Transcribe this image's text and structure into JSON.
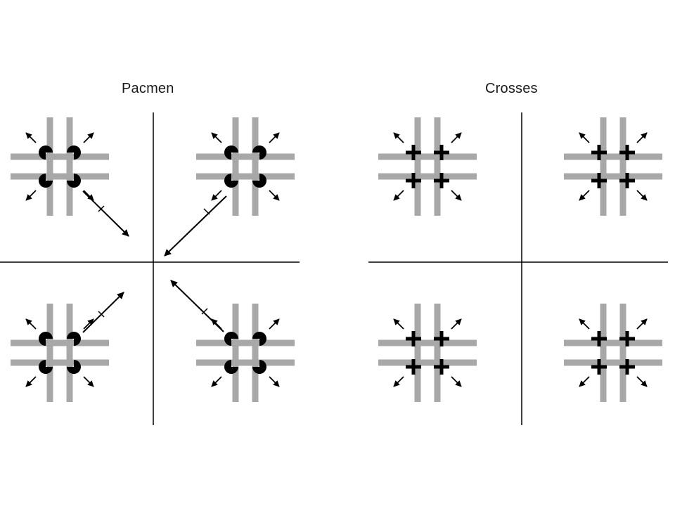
{
  "panels": [
    {
      "title": "Pacmen",
      "inducer": "pacman",
      "quadrants": [
        {
          "id": "top-left",
          "motion": "diagonal-down-right",
          "long_arrow": "down-right"
        },
        {
          "id": "top-right",
          "motion": "diagonal-down-left",
          "long_arrow": "down-left"
        },
        {
          "id": "bottom-left",
          "motion": "diagonal-up-right",
          "long_arrow": "up-right"
        },
        {
          "id": "bottom-right",
          "motion": "diagonal-up-left",
          "long_arrow": "up-left"
        }
      ]
    },
    {
      "title": "Crosses",
      "inducer": "cross",
      "quadrants": [
        {
          "id": "top-left",
          "motion": "none"
        },
        {
          "id": "top-right",
          "motion": "none"
        },
        {
          "id": "bottom-left",
          "motion": "none"
        },
        {
          "id": "bottom-right",
          "motion": "none"
        }
      ]
    }
  ],
  "colors": {
    "grating": "#a8a8a8",
    "inducer": "#000000",
    "axis": "#000000",
    "background": "#ffffff"
  }
}
